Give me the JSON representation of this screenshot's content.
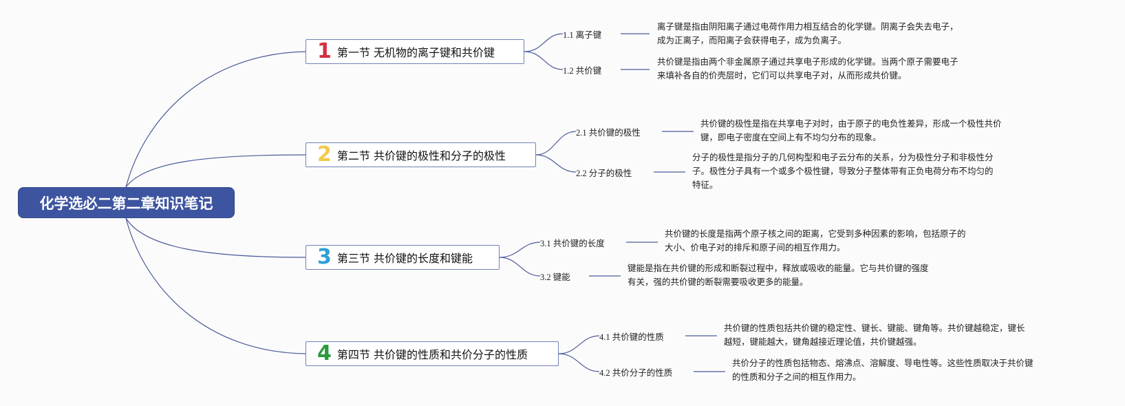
{
  "root": {
    "title": "化学选必二第二章知识笔记"
  },
  "colors": {
    "root_bg": "#3d55a0",
    "line": "#4a5b9a",
    "section_border": "#7081b5",
    "num_1": "#d32f3f",
    "num_2": "#f2c94c",
    "num_3": "#2d9fd8",
    "num_4": "#2a9a3c"
  },
  "sections": [
    {
      "number": "1",
      "title": "第一节 无机物的离子键和共价键",
      "subs": [
        {
          "label": "1.1 离子键",
          "desc": [
            "离子键是指由阴阳离子通过电荷作用力相互结合的化学键。阴离子会失去电子，",
            "成为正离子，而阳离子会获得电子，成为负离子。"
          ]
        },
        {
          "label": "1.2 共价键",
          "desc": [
            "共价键是指由两个非金属原子通过共享电子形成的化学键。当两个原子需要电子",
            "来填补各自的价壳层时，它们可以共享电子对，从而形成共价键。"
          ]
        }
      ]
    },
    {
      "number": "2",
      "title": "第二节 共价键的极性和分子的极性",
      "subs": [
        {
          "label": "2.1 共价键的极性",
          "desc": [
            "共价键的极性是指在共享电子对时，由于原子的电负性差异，形成一个极性共价",
            "键，即电子密度在空间上有不均匀分布的现象。"
          ]
        },
        {
          "label": "2.2 分子的极性",
          "desc": [
            "分子的极性是指分子的几何构型和电子云分布的关系，分为极性分子和非极性分",
            "子。极性分子具有一个或多个极性键，导致分子整体带有正负电荷分布不均匀的",
            "特征。"
          ]
        }
      ]
    },
    {
      "number": "3",
      "title": "第三节 共价键的长度和键能",
      "subs": [
        {
          "label": "3.1 共价键的长度",
          "desc": [
            "共价键的长度是指两个原子核之间的距离，它受到多种因素的影响，包括原子的",
            "大小、价电子对的排斥和原子间的相互作用力。"
          ]
        },
        {
          "label": "3.2 键能",
          "desc": [
            "键能是指在共价键的形成和断裂过程中，释放或吸收的能量。它与共价键的强度",
            "有关，强的共价键的断裂需要吸收更多的能量。"
          ]
        }
      ]
    },
    {
      "number": "4",
      "title": "第四节 共价键的性质和共价分子的性质",
      "subs": [
        {
          "label": "4.1 共价键的性质",
          "desc": [
            "共价键的性质包括共价键的稳定性、键长、键能、键角等。共价键越稳定，键长",
            "越短，键能越大，键角越接近理论值，共价键越强。"
          ]
        },
        {
          "label": "4.2 共价分子的性质",
          "desc": [
            "共价分子的性质包括物态、熔沸点、溶解度、导电性等。这些性质取决于共价键",
            "的性质和分子之间的相互作用力。"
          ]
        }
      ]
    }
  ]
}
